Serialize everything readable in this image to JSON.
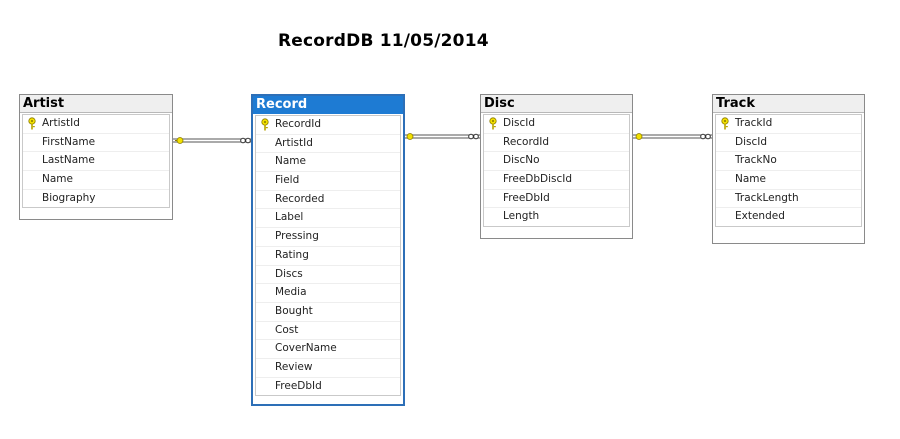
{
  "diagram_title": "RecordDB 11/05/2014",
  "tables": {
    "artist": {
      "name": "Artist",
      "columns": [
        "ArtistId",
        "FirstName",
        "LastName",
        "Name",
        "Biography"
      ]
    },
    "record": {
      "name": "Record",
      "columns": [
        "RecordId",
        "ArtistId",
        "Name",
        "Field",
        "Recorded",
        "Label",
        "Pressing",
        "Rating",
        "Discs",
        "Media",
        "Bought",
        "Cost",
        "CoverName",
        "Review",
        "FreeDbId"
      ]
    },
    "disc": {
      "name": "Disc",
      "columns": [
        "DiscId",
        "RecordId",
        "DiscNo",
        "FreeDbDiscId",
        "FreeDbId",
        "Length"
      ]
    },
    "track": {
      "name": "Track",
      "columns": [
        "TrackId",
        "DiscId",
        "TrackNo",
        "Name",
        "TrackLength",
        "Extended"
      ]
    }
  },
  "colors": {
    "selected_header": "#1e7bd3",
    "key_icon": "#f2e000",
    "connector": "#555555"
  }
}
